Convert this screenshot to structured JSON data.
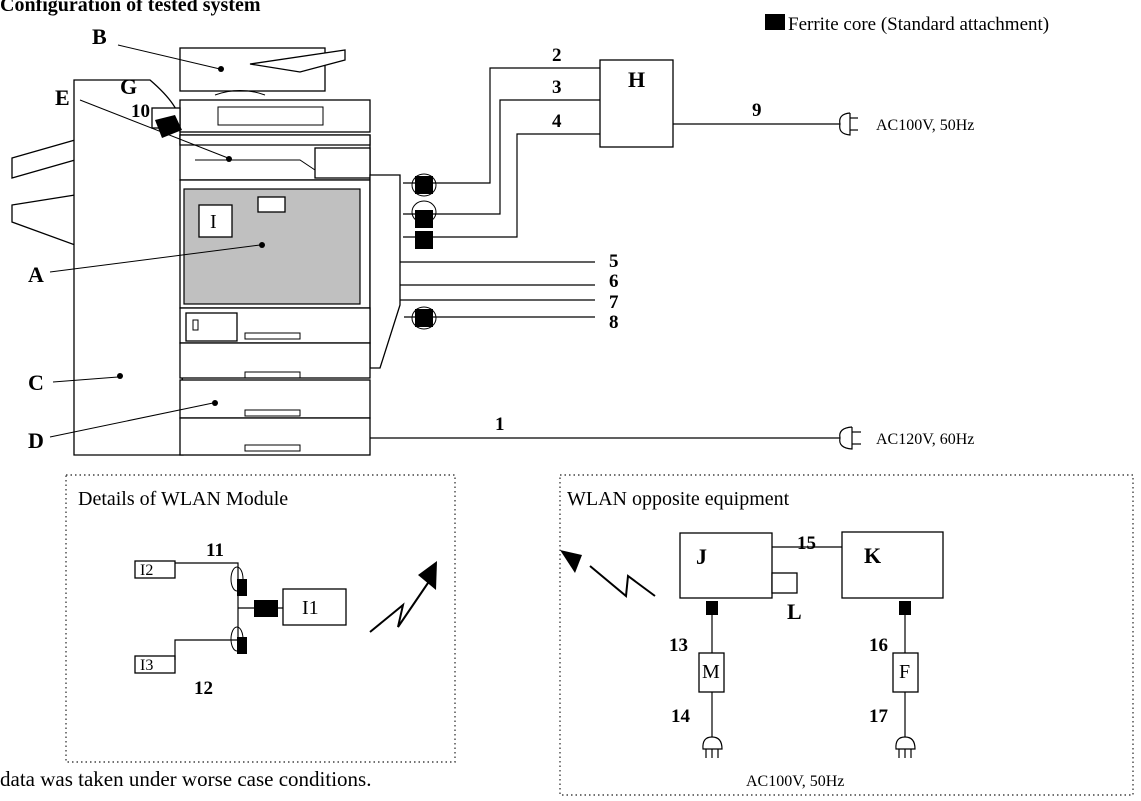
{
  "title": "Configuration of tested system",
  "legend": "Ferrite core (Standard attachment)",
  "footnote": "data was taken under worse case conditions.",
  "labels": {
    "A": "A",
    "B": "B",
    "C": "C",
    "D": "D",
    "E": "E",
    "G": "G",
    "H": "H",
    "I": "I",
    "J": "J",
    "K": "K",
    "L": "L",
    "M": "M",
    "F": "F",
    "I1": "I1",
    "I2": "I2",
    "I3": "I3"
  },
  "cables": [
    "1",
    "2",
    "3",
    "4",
    "5",
    "6",
    "7",
    "8",
    "9",
    "10",
    "11",
    "12",
    "13",
    "14",
    "15",
    "16",
    "17"
  ],
  "power": {
    "main": "AC120V, 60Hz",
    "h_unit": "AC100V, 50Hz",
    "opposite": "AC100V, 50Hz"
  },
  "panels": {
    "wlan_module": "Details of WLAN Module",
    "wlan_opposite": "WLAN opposite equipment"
  }
}
